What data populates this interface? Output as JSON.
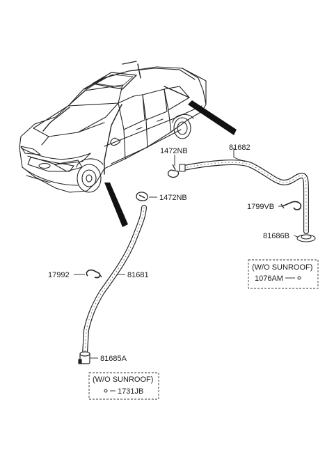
{
  "parts": {
    "p_81682": "81682",
    "p_1472nb_top": "1472NB",
    "p_1472nb_mid": "1472NB",
    "p_1799vb": "1799VB",
    "p_81686b": "81686B",
    "p_17992": "17992",
    "p_81681": "81681",
    "p_81685a": "81685A",
    "p_1076am": "1076AM",
    "p_1731jb": "1731JB"
  },
  "boxes": {
    "right_title": "(W/O SUNROOF)",
    "bottom_title": "(W/O SUNROOF)"
  }
}
